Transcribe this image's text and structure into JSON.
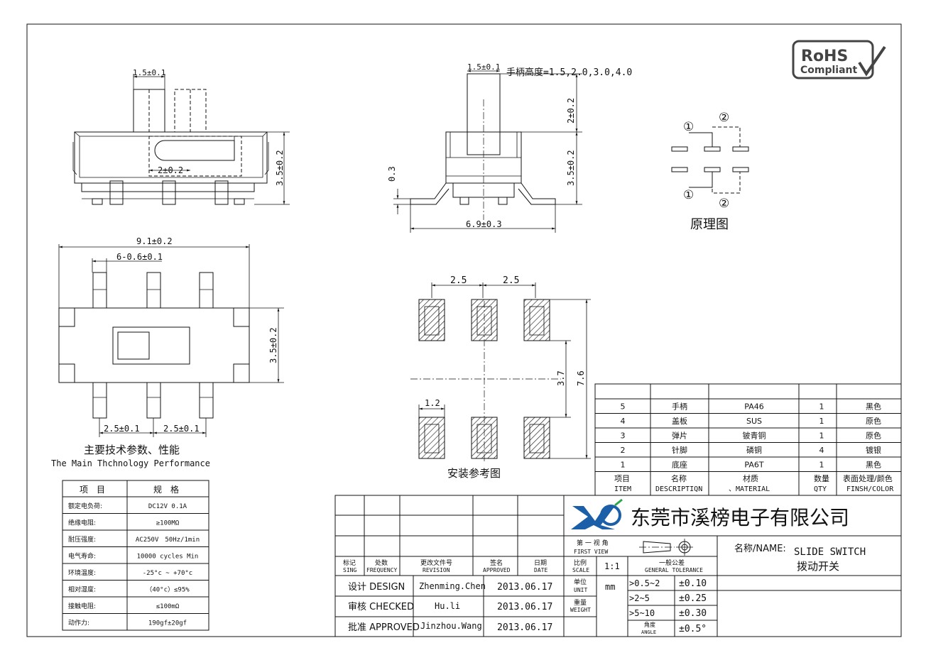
{
  "rohs": {
    "line1": "RoHS",
    "line2": "Compliant"
  },
  "side_view": {
    "dim_handle_width": "1.5±0.1",
    "dim_travel": "2±0.2",
    "dim_height": "3.5±0.2"
  },
  "front_view": {
    "dim_handle_width": "1.5±0.1",
    "handle_height_note": "手柄高度=1.5,2.0,3.0,4.0",
    "dim_handle_height": "2±0.2",
    "dim_body_height": "3.5±0.2",
    "dim_lead_thickness": "0.3",
    "dim_overall_width": "6.9±0.3"
  },
  "schematic": {
    "pin1": "①",
    "pin2": "②",
    "caption": "原理图"
  },
  "top_view": {
    "dim_length": "9.1±0.2",
    "dim_pins": "6-0.6±0.1",
    "dim_width": "3.5±0.2",
    "dim_pitch_left": "2.5±0.1",
    "dim_pitch_right": "2.5±0.1"
  },
  "footprint": {
    "dim_pitch_1": "2.5",
    "dim_pitch_2": "2.5",
    "dim_pad_width": "1.2",
    "dim_inner": "3.7",
    "dim_outer": "7.6",
    "caption": "安装参考图"
  },
  "performance": {
    "title_cn": "主要技术参数、性能",
    "title_en": "The Main Thchnology Performance",
    "header": [
      "项　目",
      "规　格"
    ],
    "rows": [
      [
        "额定电负荷:",
        "DC12V 0.1A"
      ],
      [
        "绝缘电阻:",
        "≥100MΩ"
      ],
      [
        "耐压强度:",
        "AC250V　50Hz/1min"
      ],
      [
        "电气寿命:",
        "10000 cycles Min"
      ],
      [
        "环境温度:",
        "-25°c ~ +70°c"
      ],
      [
        "相对湿度:",
        "（40°c）≤95%"
      ],
      [
        "接触电阻:",
        "≤100mΩ"
      ],
      [
        "动作力:",
        "190gf±20gf"
      ]
    ]
  },
  "bom": {
    "rows": [
      [
        "5",
        "手柄",
        "PA46",
        "1",
        "黑色"
      ],
      [
        "4",
        "盖板",
        "SUS",
        "1",
        "原色"
      ],
      [
        "3",
        "弹片",
        "铍青铜",
        "1",
        "原色"
      ],
      [
        "2",
        "针脚",
        "磷铜",
        "4",
        "镀银"
      ],
      [
        "1",
        "底座",
        "PA6T",
        "1",
        "黑色"
      ]
    ],
    "header_cn": [
      "项目",
      "名称",
      "材质",
      "数量",
      "表面处理/颜色"
    ],
    "header_en": [
      "ITEM",
      "DESCRIPTIQN",
      "、MATERIAL",
      "QTY",
      "FINSH/COLOR"
    ]
  },
  "title_block": {
    "company": "东莞市溪榜电子有限公司",
    "rev_headers_cn": [
      "标记",
      "处数",
      "更改文件号",
      "签名",
      "日期"
    ],
    "rev_headers_en": [
      "SING",
      "FREQUENCY",
      "REVISION",
      "APPROVED",
      "DATE"
    ],
    "view_cn": "第 一 视 角",
    "view_en": "FIRST VIEW",
    "scale_cn": "比例",
    "scale_en": "SCALE",
    "scale_value": "1:1",
    "tol_cn": "一般公差",
    "tol_en": "GENERAL TOLERANCE",
    "name_label": "名称/NAME:",
    "name_en": "SLIDE SWITCH",
    "name_cn": "拨动开关",
    "design_label": "设计 DESIGN",
    "design_name": "Zhenming.Chen",
    "design_date": "2013.06.17",
    "checked_label": "审核 CHECKED",
    "checked_name": "Hu.li",
    "checked_date": "2013.06.17",
    "approved_label": "批准 APPROVED",
    "approved_name": "Jinzhou.Wang",
    "approved_date": "2013.06.17",
    "unit_cn": "单位",
    "unit_en": "UNIT",
    "unit_value": "mm",
    "weight_cn": "重量",
    "weight_en": "WEIGHT",
    "tolerances": [
      [
        ">0.5~2",
        "±0.10"
      ],
      [
        ">2~5",
        "±0.25"
      ],
      [
        ">5~10",
        "±0.30"
      ]
    ],
    "angle_cn": "角度",
    "angle_en": "ANGLE",
    "angle_tol": "±0.5°"
  }
}
